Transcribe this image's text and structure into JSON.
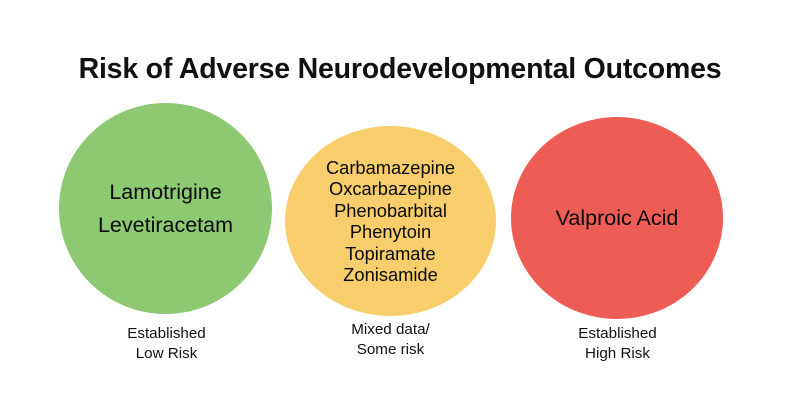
{
  "chart_data": {
    "type": "diagram",
    "title": "Risk of Adverse Neurodevelopmental Outcomes",
    "categories": [
      "Established Low Risk",
      "Mixed data/ Some risk",
      "Established High Risk"
    ],
    "values": [
      2,
      6,
      1
    ],
    "legend_position": "none",
    "grid": false,
    "groups": [
      {
        "id": "low-risk",
        "color": "#8DC873",
        "caption_line1": "Established",
        "caption_line2": "Low Risk",
        "items": [
          "Lamotrigine",
          "Levetiracetam"
        ]
      },
      {
        "id": "mixed-risk",
        "color": "#F8CE6D",
        "caption_line1": "Mixed data/",
        "caption_line2": "Some risk",
        "items": [
          "Carbamazepine",
          "Oxcarbazepine",
          "Phenobarbital",
          "Phenytoin",
          "Topiramate",
          "Zonisamide"
        ]
      },
      {
        "id": "high-risk",
        "color": "#EE5D55",
        "caption_line1": "Established",
        "caption_line2": "High Risk",
        "items": [
          "Valproic Acid"
        ]
      }
    ]
  },
  "figure": {
    "title": "Risk of Adverse Neurodevelopmental Outcomes",
    "background": "#FFFFFF",
    "text_color": "#111111"
  },
  "groups": {
    "low": {
      "color": "#8DC873",
      "drug_1": "Lamotrigine",
      "drug_2": "Levetiracetam",
      "caption_line1": "Established",
      "caption_line2": "Low Risk"
    },
    "mixed": {
      "color": "#F8CE6D",
      "drug_1": "Carbamazepine",
      "drug_2": "Oxcarbazepine",
      "drug_3": "Phenobarbital",
      "drug_4": "Phenytoin",
      "drug_5": "Topiramate",
      "drug_6": "Zonisamide",
      "caption_line1": "Mixed data/",
      "caption_line2": "Some risk"
    },
    "high": {
      "color": "#EE5D55",
      "drug_1": "Valproic Acid",
      "caption_line1": "Established",
      "caption_line2": "High Risk"
    }
  }
}
